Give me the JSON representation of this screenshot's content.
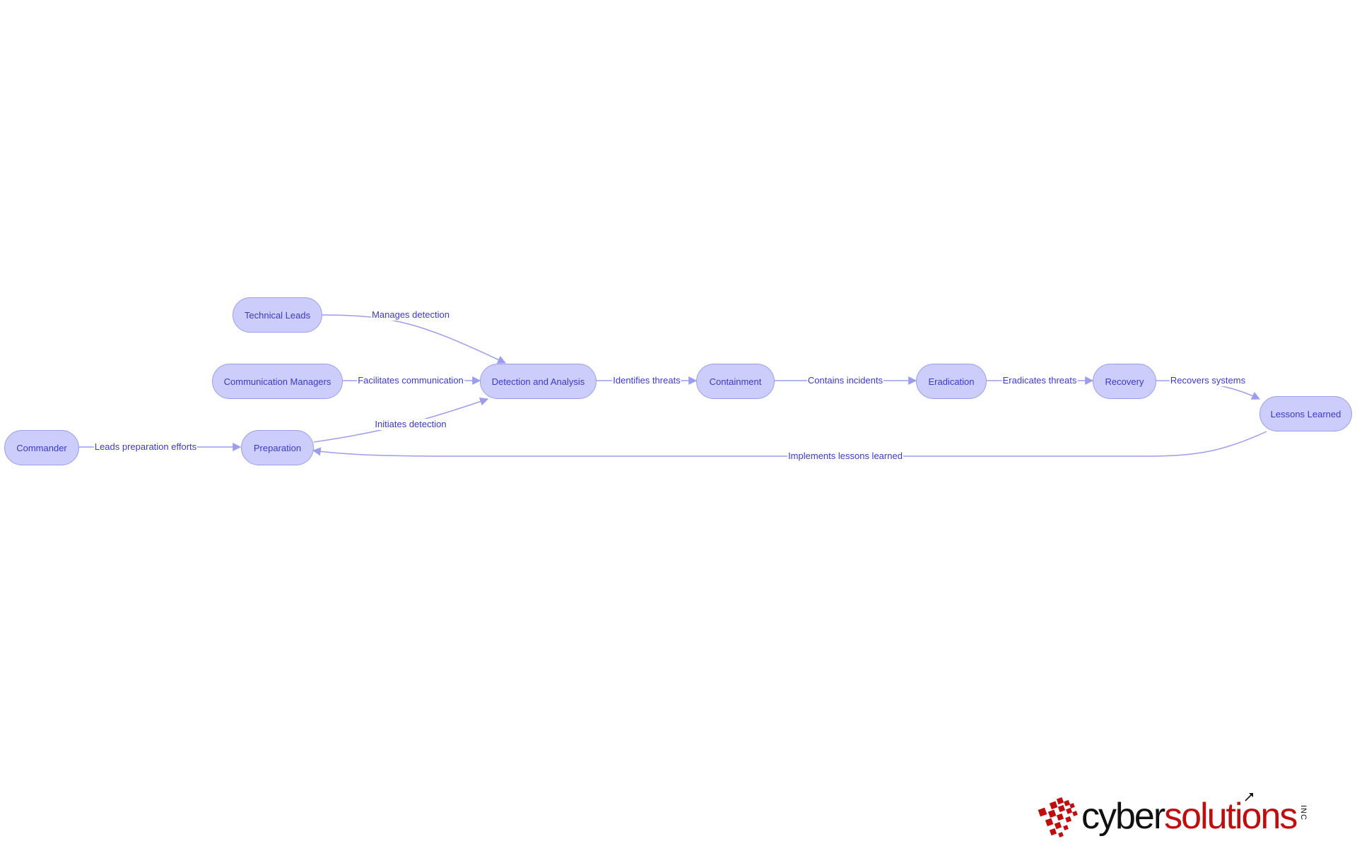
{
  "diagram": {
    "nodes": {
      "technical_leads": "Technical Leads",
      "communication_managers": "Communication Managers",
      "commander": "Commander",
      "preparation": "Preparation",
      "detection_analysis": "Detection and Analysis",
      "containment": "Containment",
      "eradication": "Eradication",
      "recovery": "Recovery",
      "lessons_learned": "Lessons Learned"
    },
    "edges": {
      "manages_detection": "Manages detection",
      "facilitates_communication": "Facilitates communication",
      "initiates_detection": "Initiates detection",
      "leads_preparation": "Leads preparation efforts",
      "identifies_threats": "Identifies threats",
      "contains_incidents": "Contains incidents",
      "eradicates_threats": "Eradicates threats",
      "recovers_systems": "Recovers systems",
      "implements_lessons": "Implements lessons learned"
    }
  },
  "logo": {
    "word_part1": "cyber",
    "word_part2": "solutions",
    "suffix": "INC"
  },
  "colors": {
    "node_fill": "#cccdfb",
    "node_border": "#9c9df0",
    "edge_stroke": "#9c9df0",
    "label_text": "#3a3ac8",
    "logo_red": "#c00d0d",
    "logo_black": "#111111"
  }
}
